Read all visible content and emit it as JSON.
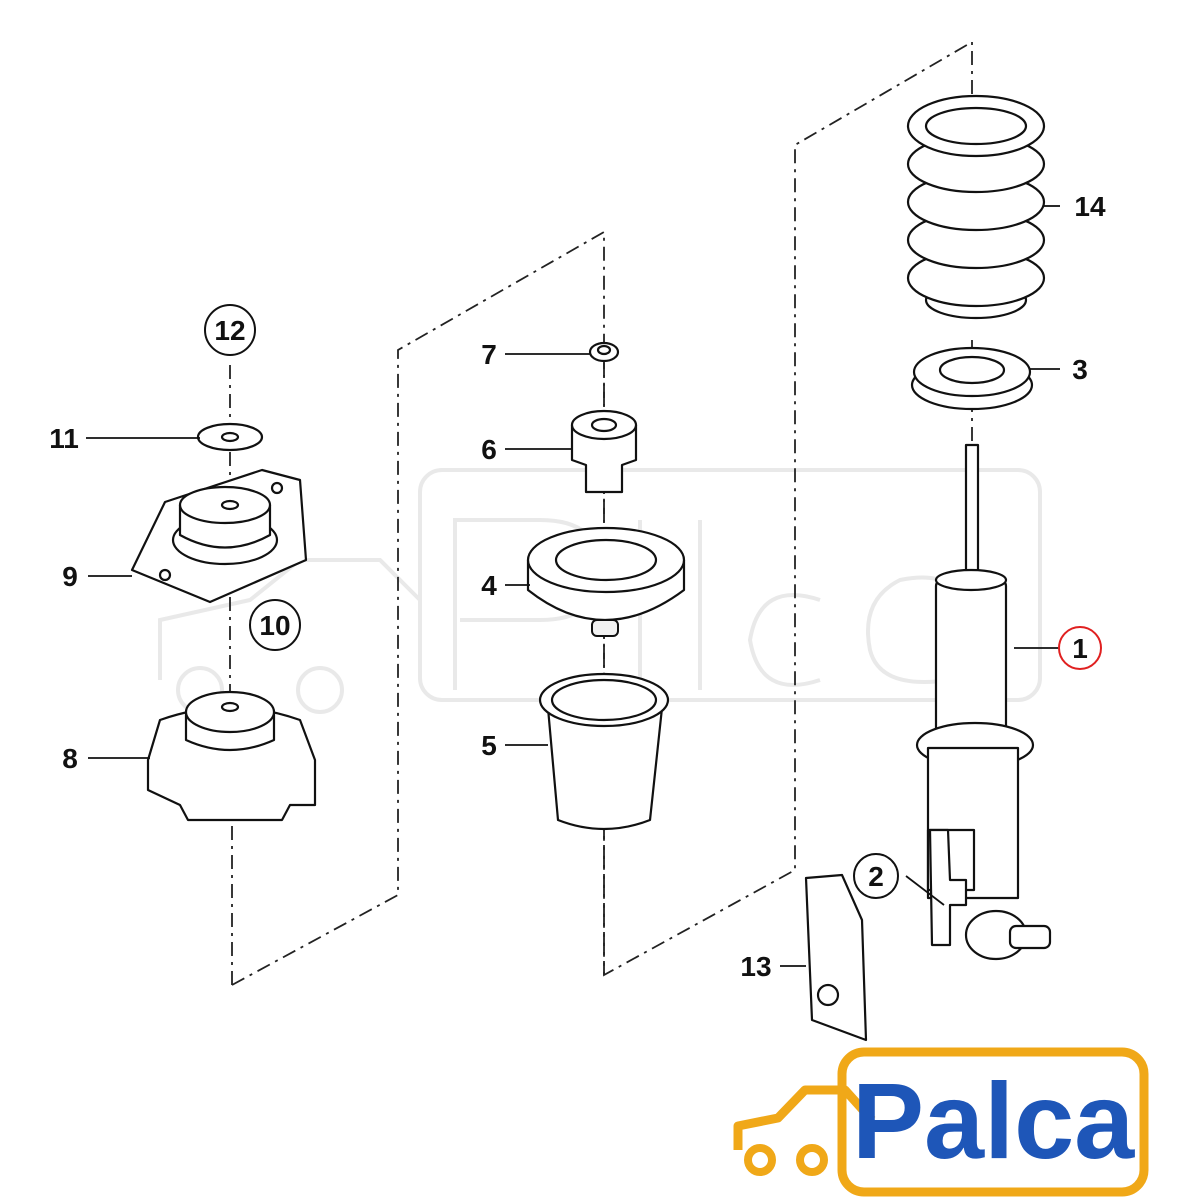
{
  "diagram": {
    "callouts": [
      {
        "id": "1",
        "text": "1",
        "highlighted": true
      },
      {
        "id": "2",
        "text": "2"
      },
      {
        "id": "3",
        "text": "3"
      },
      {
        "id": "4",
        "text": "4"
      },
      {
        "id": "5",
        "text": "5"
      },
      {
        "id": "6",
        "text": "6"
      },
      {
        "id": "7",
        "text": "7"
      },
      {
        "id": "8",
        "text": "8"
      },
      {
        "id": "9",
        "text": "9"
      },
      {
        "id": "10",
        "text": "10"
      },
      {
        "id": "11",
        "text": "11"
      },
      {
        "id": "12",
        "text": "12"
      },
      {
        "id": "13",
        "text": "13"
      },
      {
        "id": "14",
        "text": "14"
      }
    ]
  },
  "logo": {
    "text": "Palca",
    "text_color": "#1e56b8",
    "frame_color": "#f0a818",
    "icon": "car-icon"
  },
  "colors": {
    "line": "#111111",
    "highlight_circle": "#e02020",
    "watermark": "#e9e9e9"
  }
}
